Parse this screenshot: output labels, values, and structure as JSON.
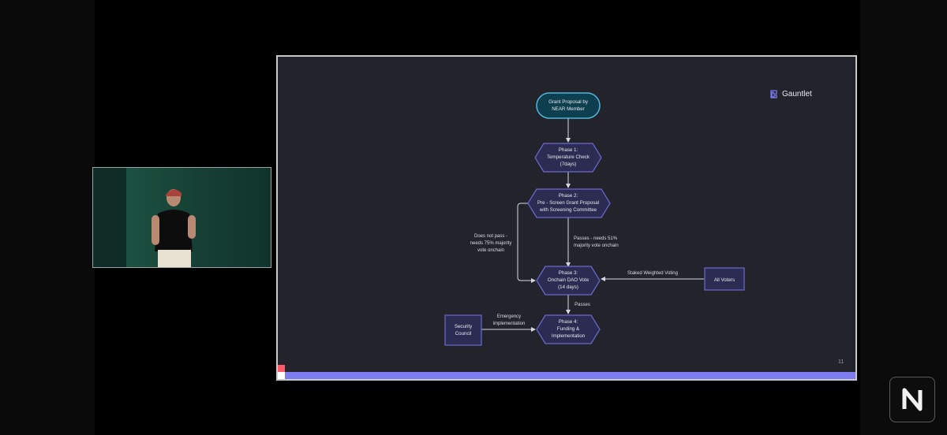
{
  "slide": {
    "brand_name": "Gauntlet",
    "page_number": "11"
  },
  "diagram": {
    "nodes": {
      "start": [
        "Grant Proposal by",
        "NEAR Member"
      ],
      "phase1": [
        "Phase 1:",
        "Temperature Check",
        "(7days)"
      ],
      "phase2": [
        "Phase 2:",
        "Pre - Screen Grant Proposal",
        "with Screening Committee"
      ],
      "phase3": [
        "Phase 3:",
        "Onchain DAO Vote",
        "(14 days)"
      ],
      "phase4": [
        "Phase 4:",
        "Funding &",
        "Implementation"
      ],
      "all_voters": [
        "All Voters"
      ],
      "security_council": [
        "Security",
        "Council"
      ]
    },
    "edges": {
      "not_pass": [
        "Does not pass -",
        "needs 75% majority",
        "vote onchain"
      ],
      "passes_51": [
        "Passes - needs 51%",
        "majority vote onchain"
      ],
      "staked": [
        "Staked Weighted Voting"
      ],
      "passes": [
        "Passes"
      ],
      "emergency": [
        "Emergency",
        "implementation"
      ]
    },
    "colors": {
      "node_fill": "#2c2c52",
      "node_stroke": "#6a6ad0",
      "start_fill": "#0e3f4f",
      "start_stroke": "#4fb6e0",
      "edge": "#d8d8e0"
    }
  },
  "branding": {
    "near_logo": "near-n-logo"
  }
}
